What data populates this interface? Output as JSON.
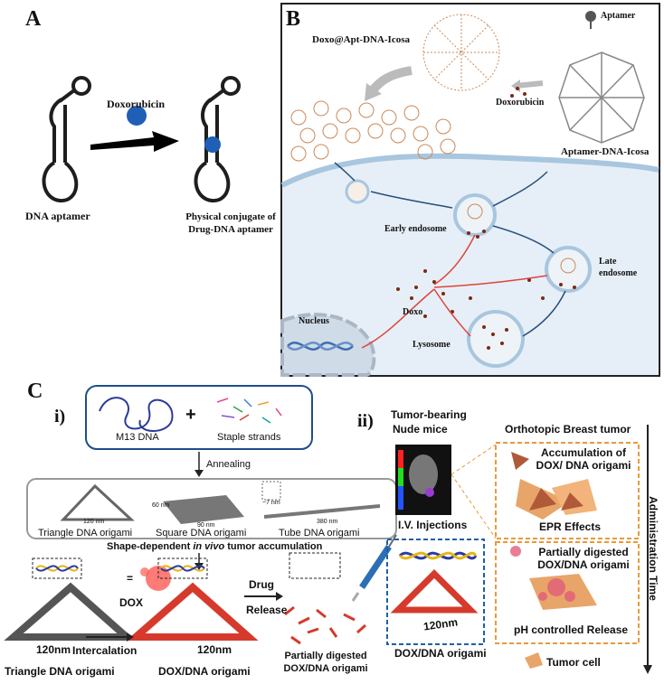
{
  "panel_a": {
    "letter": "A",
    "drug_label": "Doxorubicin",
    "aptamer_label": "DNA aptamer",
    "conjugate_label_line1": "Physical conjugate of",
    "conjugate_label_line2": "Drug-DNA aptamer"
  },
  "panel_b": {
    "letter": "B",
    "drug_carrier_label": "Doxo@Apt-DNA-Icosa",
    "aptamer_legend": "Aptamer",
    "drug_label": "Doxorubicin",
    "icosa_label": "Aptamer-DNA-Icosa",
    "early_endosome": "Early endosome",
    "late_endosome_line1": "Late",
    "late_endosome_line2": "endosome",
    "doxo_label": "Doxo",
    "nucleus_label": "Nucleus",
    "lysosome_label": "Lysosome"
  },
  "panel_c": {
    "letter": "C",
    "sub_i": "i)",
    "sub_ii": "ii)",
    "m13_label": "M13 DNA",
    "plus": "+",
    "staple_label": "Staple strands",
    "annealing": "Annealing",
    "triangle_size": "120 nm",
    "square_w": "90 nm",
    "square_h": "60 nm",
    "tube_d": "~7 nm",
    "tube_len": "380 nm",
    "triangle_origami": "Triangle DNA origami",
    "square_origami": "Square DNA origami",
    "tube_origami": "Tube DNA origami",
    "shape_dependent_pre": "Shape-dependent ",
    "shape_dependent_em": "in vivo",
    "shape_dependent_post": " tumor accumulation",
    "dox": "DOX",
    "equals": "=",
    "intercalation": "Intercalation",
    "drug_release_1": "Drug",
    "drug_release_2": "Release",
    "scale_120": "120nm",
    "bottom_triangle": "Triangle DNA origami",
    "bottom_dox": "DOX/DNA origami",
    "partially_1": "Partially digested",
    "partially_2": "DOX/DNA origami",
    "tumor_bearing_1": "Tumor-bearing",
    "tumor_bearing_2": "Nude mice",
    "iv_injections": "I.V. Injections",
    "orthotopic": "Orthotopic Breast tumor",
    "accum_1": "Accumulation of",
    "accum_2": "DOX/ DNA origami",
    "epr": "EPR Effects",
    "partial_r1": "Partially digested",
    "partial_r2": "DOX/DNA origami",
    "ph_release": "pH controlled Release",
    "tumor_cell": "Tumor cell",
    "dox_dna_bottom": "DOX/DNA origami",
    "admin_time": "Administration Time"
  },
  "colors": {
    "dna": "#1e1e1e",
    "dox": "#1f5fb5",
    "cell_membrane": "#a9c6df",
    "cell_bg": "#e3edf6",
    "doxo_dots": "#7a2a12",
    "panel_c_box": "#1f4e8c",
    "orange_dash": "#e89a3c",
    "origami_red": "#d63a2c"
  }
}
